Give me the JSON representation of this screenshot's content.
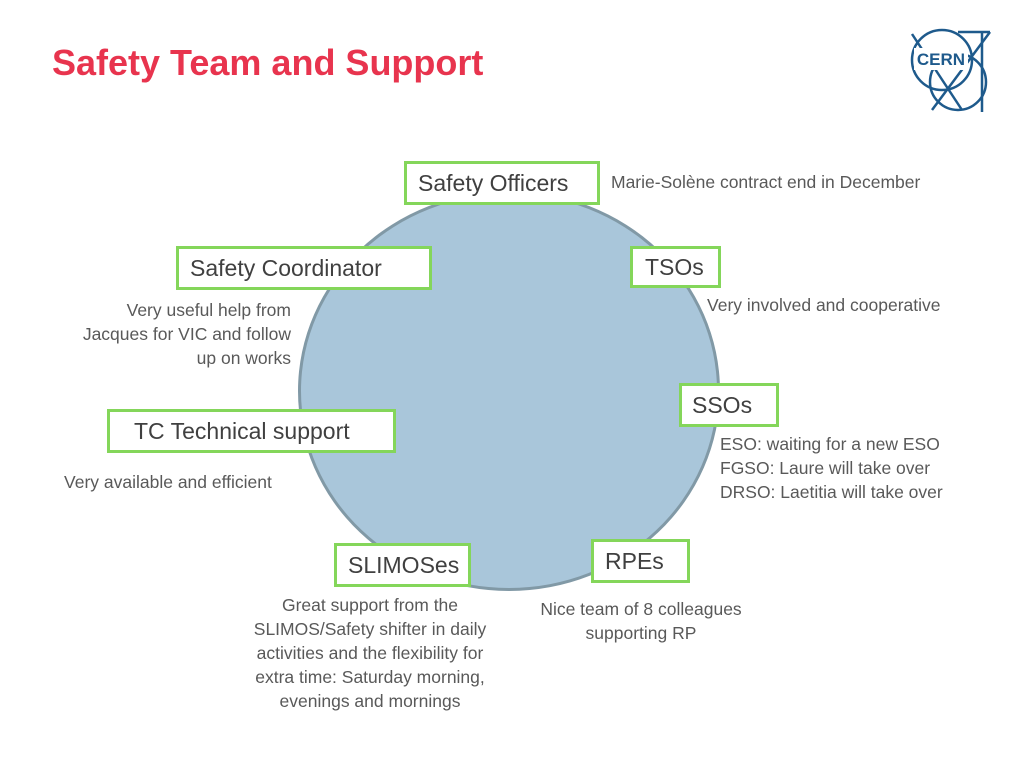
{
  "slide": {
    "title": "Safety Team and Support",
    "logo_text": "CERN"
  },
  "roles": {
    "safety_officers": {
      "label": "Safety Officers",
      "note": [
        "Marie-Solène contract end in December"
      ]
    },
    "tsos": {
      "label": "TSOs",
      "note": [
        "Very involved and cooperative"
      ]
    },
    "safety_coordinator": {
      "label": "Safety Coordinator",
      "note": [
        "Very useful help from",
        "Jacques for VIC and follow",
        "up on works"
      ]
    },
    "ssos": {
      "label": "SSOs",
      "note": [
        "ESO: waiting for a new ESO",
        "FGSO: Laure will take over",
        "DRSO: Laetitia will take over"
      ]
    },
    "tc_support": {
      "label": "TC Technical support",
      "note": [
        "Very available and efficient"
      ]
    },
    "slimoses": {
      "label": "SLIMOSes",
      "note": [
        "Great support from the",
        "SLIMOS/Safety shifter in daily",
        "activities and the flexibility for",
        "extra time: Saturday morning,",
        "evenings and mornings"
      ]
    },
    "rpes": {
      "label": "RPEs",
      "note": [
        "Nice team of 8 colleagues",
        "supporting RP"
      ]
    }
  },
  "colors": {
    "title": "#e8344e",
    "box_border": "#84d65a",
    "circle_fill": "#a9c6da",
    "circle_stroke": "#8199a6",
    "logo": "#1e5a8c"
  }
}
